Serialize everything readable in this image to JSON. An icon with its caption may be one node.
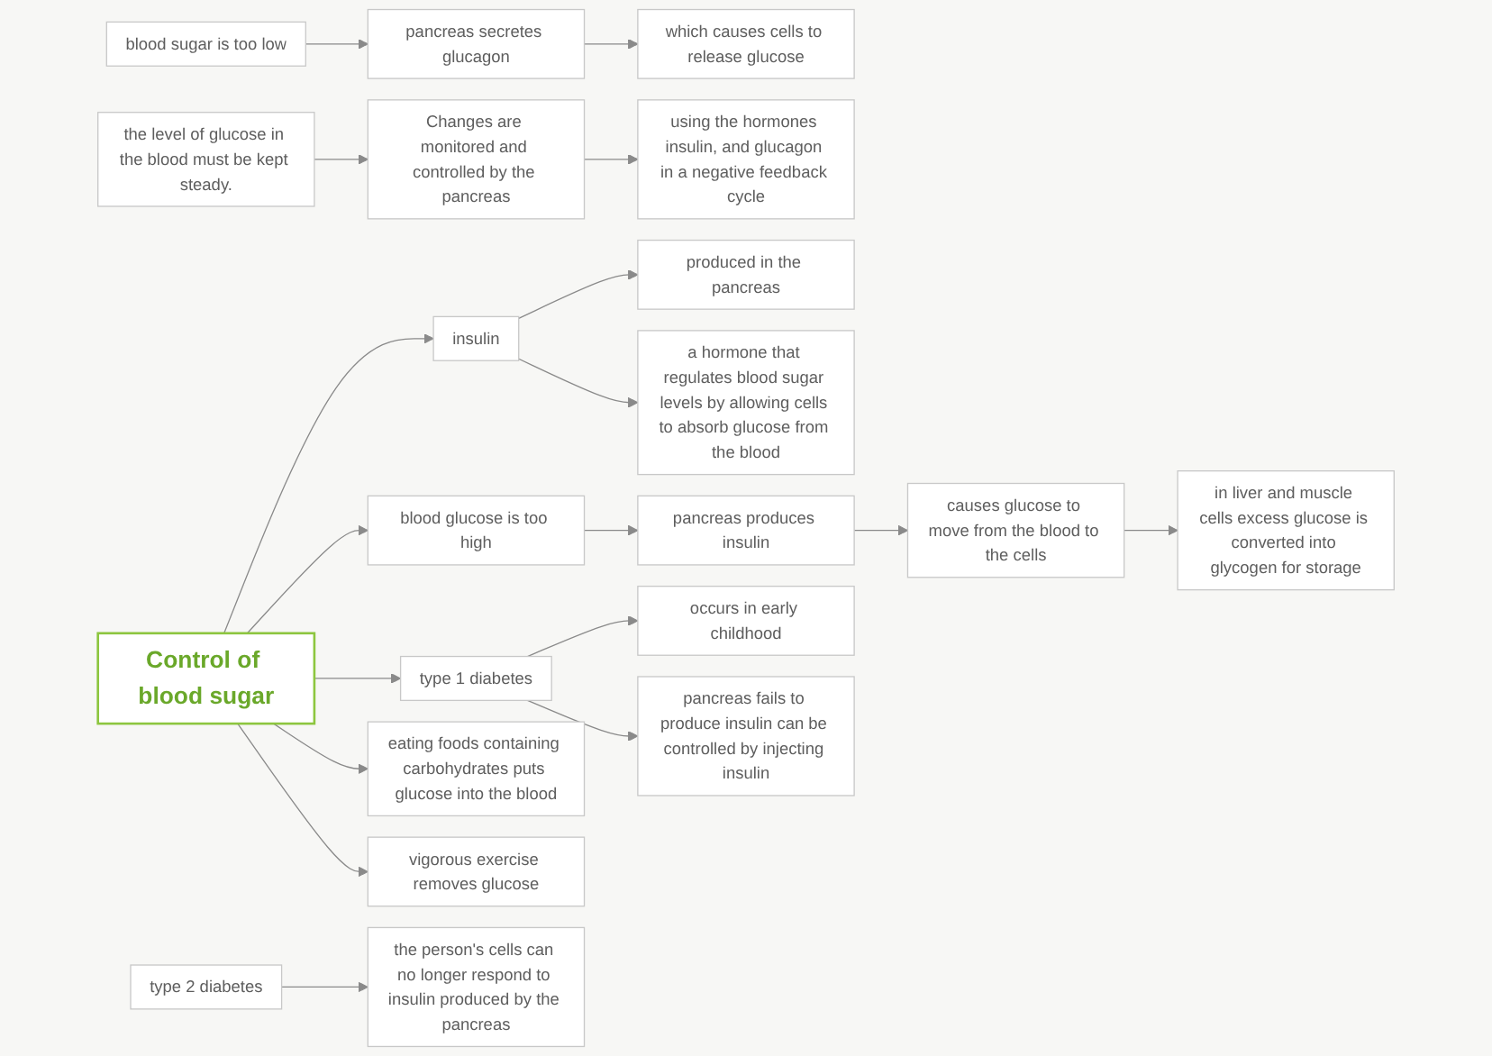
{
  "diagram": {
    "nodes": [
      {
        "text": [
          "blood sugar is too low"
        ]
      },
      {
        "text": [
          "pancreas secretes glucagon"
        ]
      },
      {
        "text": [
          "which causes cells to release glucose"
        ]
      },
      {
        "text": [
          "the level of glucose in the blood must be kept steady."
        ]
      },
      {
        "text": [
          "Changes are monitored and controlled by the pancreas"
        ]
      },
      {
        "text": [
          "using the hormones insulin, and glucagon in a negative feedback cycle"
        ]
      },
      {
        "text": [
          "Control of blood sugar"
        ]
      },
      {
        "text": [
          "produced in the pancreas"
        ]
      },
      {
        "text": [
          "occurs in early childhood"
        ]
      },
      {
        "text": [
          "insulin"
        ]
      },
      {
        "text": [
          "type 1 diabetes"
        ]
      },
      {
        "text": [
          "a hormone that regulates blood sugar levels by allowing cells to absorb glucose from the blood"
        ]
      },
      {
        "text": [
          "blood glucose is too high"
        ]
      },
      {
        "text": [
          "eating foods containing carbohydrates puts glucose into the blood"
        ]
      },
      {
        "text": [
          "vigorous exercise removes glucose"
        ]
      },
      {
        "text": [
          "pancreas fails to produce insulin can be controlled by injecting insulin"
        ]
      },
      {
        "text": [
          "pancreas produces insulin"
        ]
      },
      {
        "text": [
          "causes glucose to move from the blood to the cells"
        ]
      },
      {
        "text": [
          "type 2 diabetes"
        ]
      },
      {
        "text": [
          "the person's cells can no longer respond to insulin produced by the pancreas"
        ]
      },
      {
        "text": [
          "in liver and muscle cells excess glucose is converted into glycogen for storage"
        ]
      }
    ],
    "edges": [
      {
        "from": 0,
        "to": 1,
        "arrow": "to"
      },
      {
        "from": 1,
        "to": 2,
        "arrow": "to"
      },
      {
        "from": 3,
        "to": 4,
        "arrow": "to"
      },
      {
        "from": 4,
        "to": 5,
        "arrow": "to"
      },
      {
        "from": 6,
        "to": 9,
        "arrow": "to"
      },
      {
        "from": 6,
        "to": 12,
        "arrow": "to"
      },
      {
        "from": 6,
        "to": 10,
        "arrow": "to"
      },
      {
        "from": 6,
        "to": 13,
        "arrow": "to"
      },
      {
        "from": 6,
        "to": 14,
        "arrow": "to"
      },
      {
        "from": 9,
        "to": 7,
        "arrow": "to"
      },
      {
        "from": 9,
        "to": 11,
        "arrow": "to"
      },
      {
        "from": 10,
        "to": 8,
        "arrow": "to"
      },
      {
        "from": 10,
        "to": 15,
        "arrow": "to"
      },
      {
        "from": 12,
        "to": 16,
        "arrow": "to"
      },
      {
        "from": 16,
        "to": 17,
        "arrow": "to"
      },
      {
        "from": 17,
        "to": 20,
        "arrow": "to"
      },
      {
        "from": 18,
        "to": 19,
        "arrow": "to"
      }
    ]
  }
}
